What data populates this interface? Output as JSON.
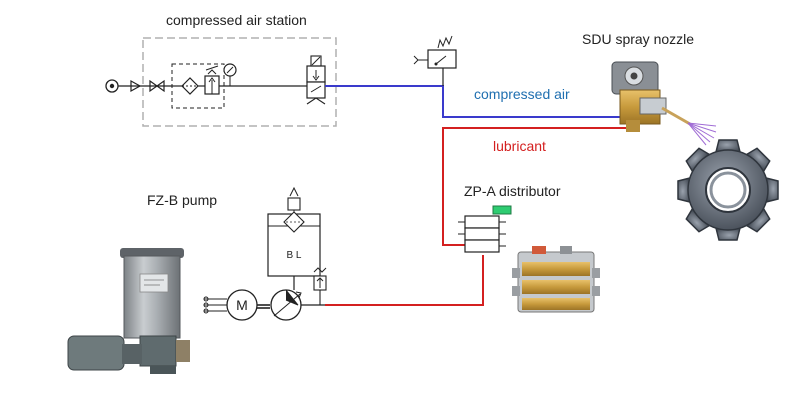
{
  "labels": {
    "air_station": "compressed air station",
    "spray_nozzle": "SDU spray nozzle",
    "compressed_air": "compressed air",
    "lubricant": "lubricant",
    "pump": "FZ-B pump",
    "distributor": "ZP-A distributor",
    "motor_symbol": "M",
    "reservoir_marking": "B  L"
  },
  "colors": {
    "air_line": "#3a3acc",
    "lubricant_line": "#d42020",
    "air_text": "#1f6fb0",
    "lubricant_text": "#d42020",
    "symbol_stroke": "#222222",
    "station_border": "#b0b0b0",
    "distributor_indicator": "#2ecc71",
    "gear_fill": "#5c6470"
  }
}
